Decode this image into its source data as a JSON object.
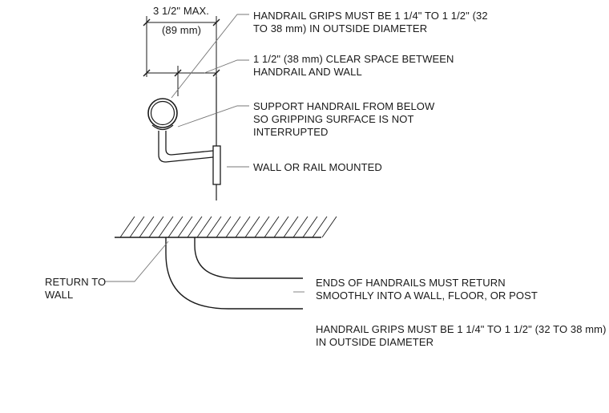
{
  "dimension": {
    "width_label": "3 1/2\" MAX.",
    "width_metric": "(89 mm)"
  },
  "callouts": {
    "grip_diameter": [
      "HANDRAIL GRIPS MUST BE 1 1/4\" TO 1 1/2\" (32",
      "TO 38 mm) IN OUTSIDE DIAMETER"
    ],
    "clear_space": [
      "1 1/2\" (38 mm) CLEAR SPACE BETWEEN",
      "HANDRAIL AND WALL"
    ],
    "support": [
      "SUPPORT HANDRAIL FROM BELOW",
      "SO GRIPPING SURFACE IS NOT",
      "INTERRUPTED"
    ],
    "mounting": [
      "WALL OR RAIL MOUNTED"
    ],
    "return_to_wall": [
      "RETURN TO",
      "WALL"
    ],
    "ends_return": [
      "ENDS OF HANDRAILS MUST RETURN",
      "SMOOTHLY INTO A WALL, FLOOR, OR POST"
    ],
    "grip_note": [
      "HANDRAIL GRIPS MUST BE 1 1/4\" TO 1 1/2\" (32 TO 38 mm)",
      "IN OUTSIDE DIAMETER"
    ]
  },
  "colors": {
    "ink": "#1a1a1a",
    "leader": "#777777"
  }
}
